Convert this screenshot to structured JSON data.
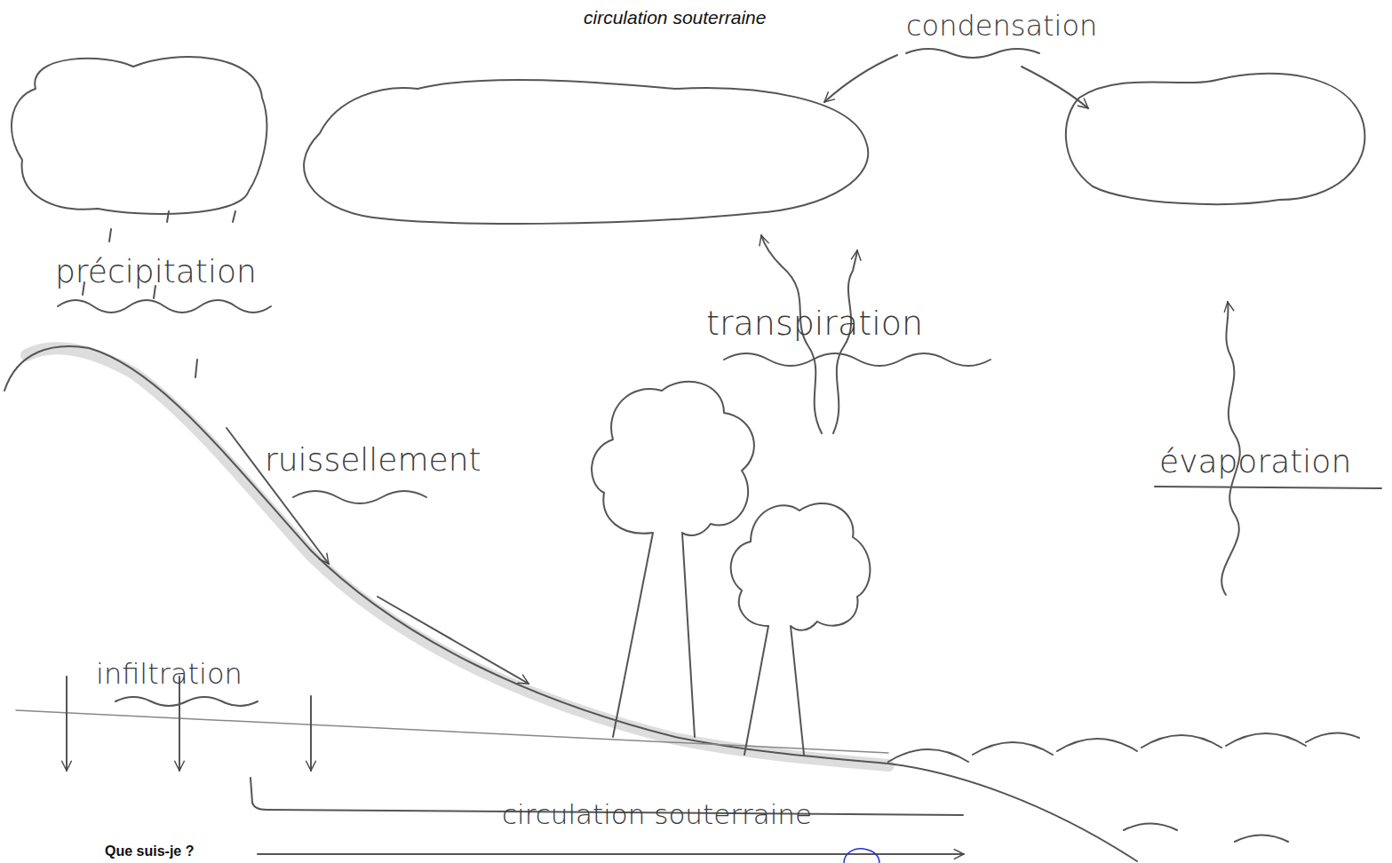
{
  "diagram": {
    "labels": [
      "circulation souterraine",
      "condensation",
      "précipitation",
      "transpiration",
      "ruissellement",
      "évaporation",
      "infiltration",
      "circulation souterraine",
      "Que suis-je ?"
    ]
  }
}
